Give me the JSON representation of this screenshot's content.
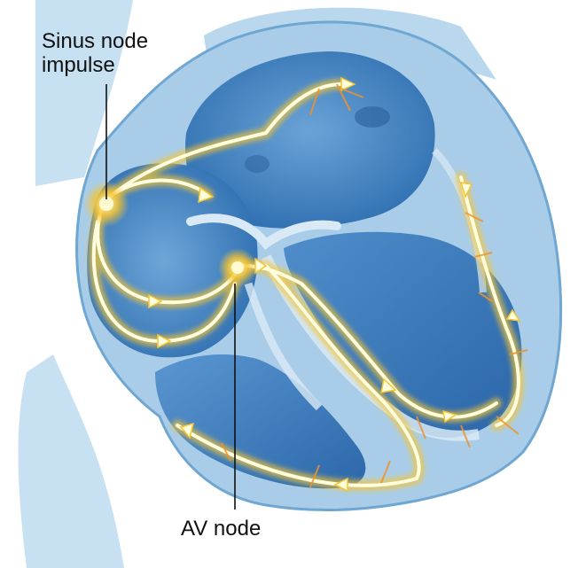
{
  "labels": {
    "sinus_line1": "Sinus node",
    "sinus_line2": "impulse",
    "av": "AV node"
  },
  "colors": {
    "background": "#ffffff",
    "heart_tissue": "#a9cde8",
    "heart_outline": "#6fa7d2",
    "chamber_dark": "#3f7fbf",
    "chamber_light": "#5c97cf",
    "septum": "#d9eaf6",
    "vessel": "#b9d8ee",
    "impulse_core": "#fffde0",
    "impulse_glow": "#f7c531",
    "impulse_orange": "#f0922b",
    "leader_line": "#111111"
  },
  "icons": {
    "sinus_node": "sinus-node-glow-icon",
    "av_node": "av-node-glow-icon"
  }
}
